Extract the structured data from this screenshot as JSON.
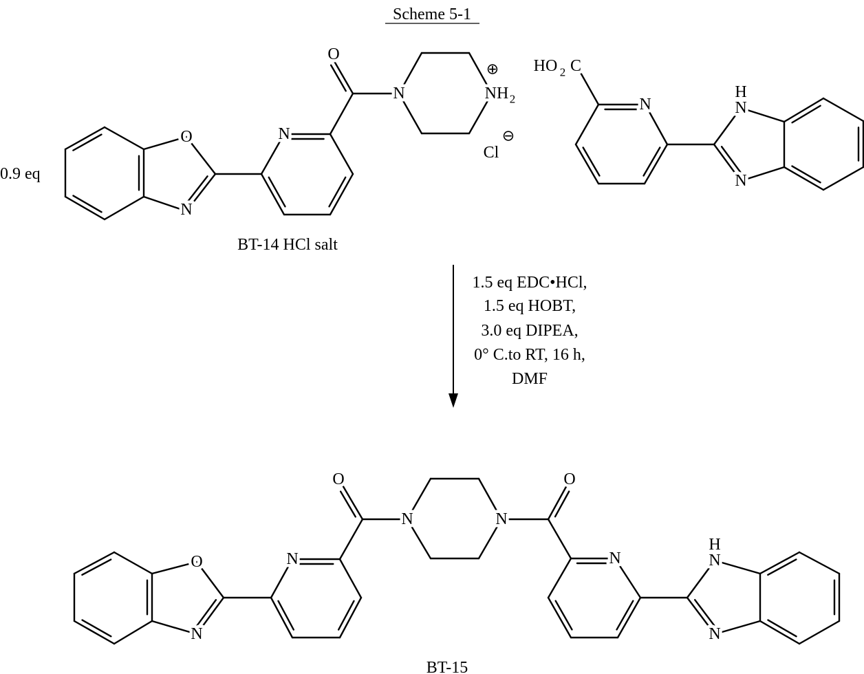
{
  "title": "Scheme 5-1",
  "reagent1": {
    "equiv": "0.9 eq",
    "name": "BT-14 HCl salt",
    "atoms": {
      "O_ring": "O",
      "N_ring": "N",
      "N_pyr": "N",
      "O_carbonyl": "O",
      "N_pip": "N",
      "NH": "NH",
      "NH_sub": "2",
      "plus": "⊕",
      "Cl": "Cl",
      "minus": "⊖"
    }
  },
  "reagent2": {
    "atoms": {
      "HO": "HO",
      "HO_sub": "2",
      "C": "C",
      "N_pyr": "N",
      "H": "H",
      "NH_N": "N",
      "N_im": "N"
    }
  },
  "conditions": [
    "1.5 eq EDC•HCl,",
    "1.5 eq HOBT,",
    "3.0 eq DIPEA,",
    "0° C.to RT, 16 h,",
    "DMF"
  ],
  "product": {
    "name": "BT-15",
    "atoms": {
      "O_ring": "O",
      "N_ring": "N",
      "N_pyr1": "N",
      "O_c1": "O",
      "N_pip1": "N",
      "N_pip2": "N",
      "O_c2": "O",
      "N_pyr2": "N",
      "H": "H",
      "NH_N": "N",
      "N_im": "N"
    }
  }
}
